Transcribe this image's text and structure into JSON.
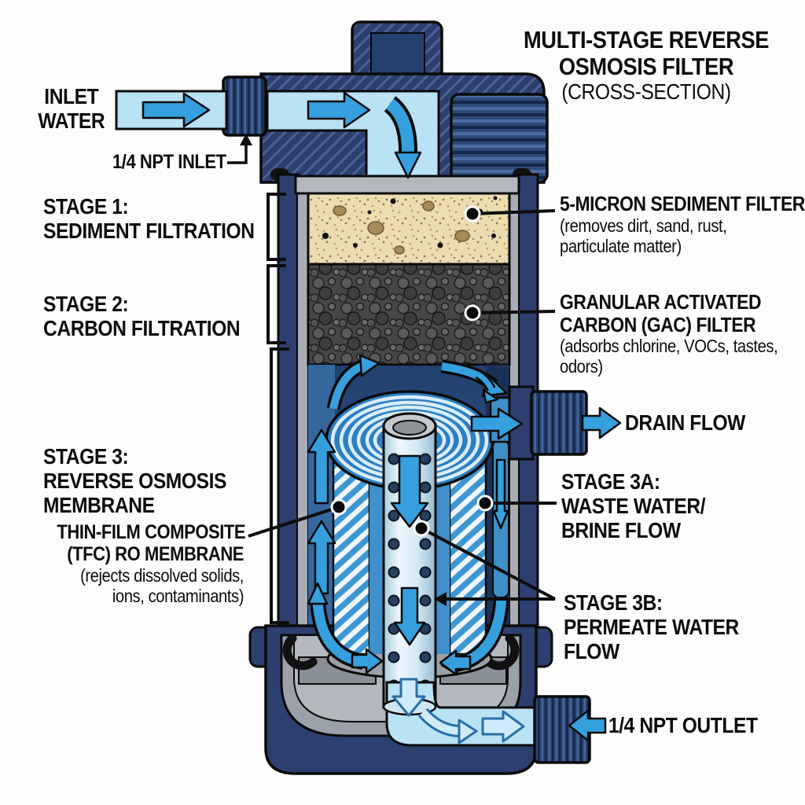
{
  "title": {
    "line1": "MULTI-STAGE REVERSE",
    "line2": "OSMOSIS FILTER",
    "line3": "(CROSS-SECTION)"
  },
  "left_labels": {
    "inlet_water_line1": "INLET",
    "inlet_water_line2": "WATER",
    "npt_inlet": "1/4 NPT INLET",
    "stage1_line1": "STAGE 1:",
    "stage1_line2": "SEDIMENT FILTRATION",
    "stage2_line1": "STAGE 2:",
    "stage2_line2": "CARBON FILTRATION",
    "stage3_line1": "STAGE 3:",
    "stage3_line2": "REVERSE OSMOSIS",
    "stage3_line3": "MEMBRANE",
    "tfc_line1": "THIN-FILM COMPOSITE",
    "tfc_line2": "(TFC) RO MEMBRANE",
    "tfc_note1": "(rejects dissolved solids,",
    "tfc_note2": "ions, contaminants)"
  },
  "right_labels": {
    "sediment_title": "5-MICRON SEDIMENT FILTER",
    "sediment_note1": "(removes dirt, sand, rust,",
    "sediment_note2": "particulate matter)",
    "gac_title1": "GRANULAR ACTIVATED",
    "gac_title2": "CARBON (GAC) FILTER",
    "gac_note1": "(adsorbs chlorine, VOCs, tastes,",
    "gac_note2": "odors)",
    "drain_flow": "DRAIN FLOW",
    "stage3a_line1": "STAGE 3A:",
    "stage3a_line2": "WASTE WATER/",
    "stage3a_line3": "BRINE FLOW",
    "stage3b_line1": "STAGE 3B:",
    "stage3b_line2": "PERMEATE WATER",
    "stage3b_line3": "FLOW",
    "npt_outlet": "1/4 NPT OUTLET"
  },
  "colors": {
    "body_navy": "#2d3f6e",
    "water_light": "#b9e2f5",
    "arrow_blue": "#35a0dd",
    "membrane_blue": "#3e97d2",
    "spiral_blue": "#2e7fc2",
    "sediment_tan": "#ecdcb2",
    "carbon_gray": "#474747",
    "metal_gray": "#a9aeb5"
  }
}
